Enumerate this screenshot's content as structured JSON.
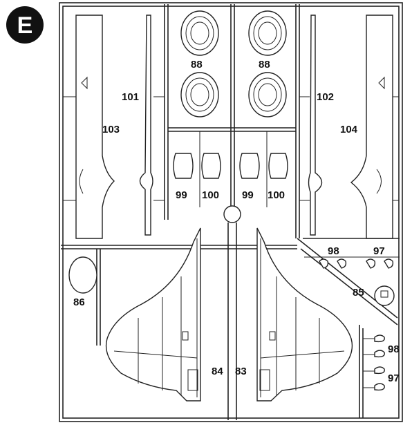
{
  "sprue": {
    "letter": "E",
    "badge_color": "#111111",
    "line_color": "#222222"
  },
  "parts": {
    "p103": "103",
    "p101": "101",
    "p102": "102",
    "p104": "104",
    "p88a": "88",
    "p88b": "88",
    "p99a": "99",
    "p100a": "100",
    "p99b": "99",
    "p100b": "100",
    "p98a": "98",
    "p97a": "97",
    "p86": "86",
    "p85": "85",
    "p84": "84",
    "p83": "83",
    "p98b": "98",
    "p97b": "97"
  }
}
